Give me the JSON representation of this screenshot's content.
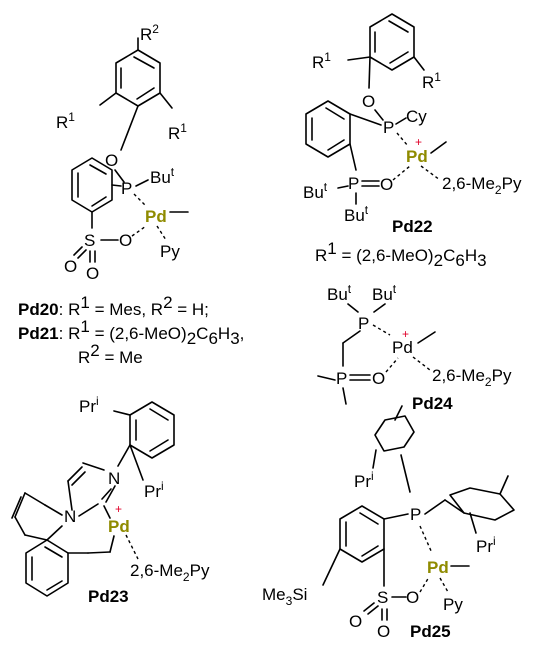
{
  "colors": {
    "pd_label": "#8f8b00",
    "charge": "#e0002a"
  },
  "pd20": {
    "r_sup_1": "1",
    "r_sup_2": "2",
    "o": "O",
    "p": "P",
    "s": "S",
    "pd": "Pd",
    "py": "Py",
    "bu": "Bu",
    "t": "t"
  },
  "captions": {
    "pd20_name": "Pd20",
    "pd20_text_a": ": R",
    "pd20_text_b": " = Mes, R",
    "pd20_text_c": " = H;",
    "pd21_name": "Pd21",
    "pd21_text_a": ": R",
    "pd21_text_b": " = (2,6-MeO)",
    "pd21_text_c": "C",
    "pd21_text_d": "H",
    "pd21_text_e": ",",
    "r": "R",
    "pd21_line2_text": " = Me",
    "sup1": "1",
    "sup2": "2",
    "sub2": "2",
    "sub6": "6",
    "sub3": "3"
  },
  "pd22": {
    "r_sup_1": "1",
    "o": "O",
    "p": "P",
    "cy": "Cy",
    "pd": "Pd",
    "plus": "+",
    "lig_a": "2,6-Me",
    "lig_b": "Py",
    "sub2": "2",
    "sub6": "6",
    "sub3": "3",
    "bu": "Bu",
    "t": "t",
    "name": "Pd22",
    "cap_r": "R",
    "cap_a": " = (2,6-MeO)",
    "cap_b": "C",
    "cap_c": "H"
  },
  "pd24": {
    "bu": "Bu",
    "t": "t",
    "p": "P",
    "pd": "Pd",
    "plus": "+",
    "o": "O",
    "lig_a": "2,6-Me",
    "lig_b": "Py",
    "sub2": "2",
    "name": "Pd24"
  },
  "pd23": {
    "pr": "Pr",
    "i": "i",
    "n": "N",
    "pd": "Pd",
    "plus": "+",
    "lig_a": "2,6-Me",
    "lig_b": "Py",
    "sub2": "2",
    "name": "Pd23"
  },
  "pd25": {
    "pr": "Pr",
    "i": "i",
    "p": "P",
    "pd": "Pd",
    "py": "Py",
    "s": "S",
    "o": "O",
    "tms_a": "Me",
    "tms_b": "Si",
    "sub3": "3",
    "name": "Pd25"
  }
}
